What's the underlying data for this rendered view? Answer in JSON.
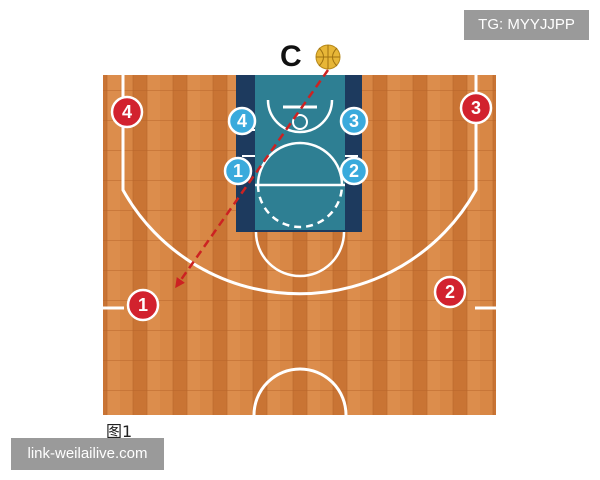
{
  "watermark_top": "TG: MYYJJPP",
  "watermark_bottom": "link-weilailive.com",
  "caption": "图1",
  "coach": {
    "label": "C"
  },
  "players": {
    "red": [
      {
        "number": "4",
        "color": "#d2222e"
      },
      {
        "number": "3",
        "color": "#d2222e"
      },
      {
        "number": "1",
        "color": "#d2222e"
      },
      {
        "number": "2",
        "color": "#d2222e"
      }
    ],
    "blue": [
      {
        "number": "4",
        "color": "#3aaadc"
      },
      {
        "number": "3",
        "color": "#3aaadc"
      },
      {
        "number": "1",
        "color": "#3aaadc"
      },
      {
        "number": "2",
        "color": "#3aaadc"
      }
    ]
  },
  "colors": {
    "court_wood": "#d27d3c",
    "paint": "#2e7f93",
    "paint_border": "#1d3a5e",
    "pass_arrow": "#cc2222",
    "ball": "#e7b637"
  }
}
